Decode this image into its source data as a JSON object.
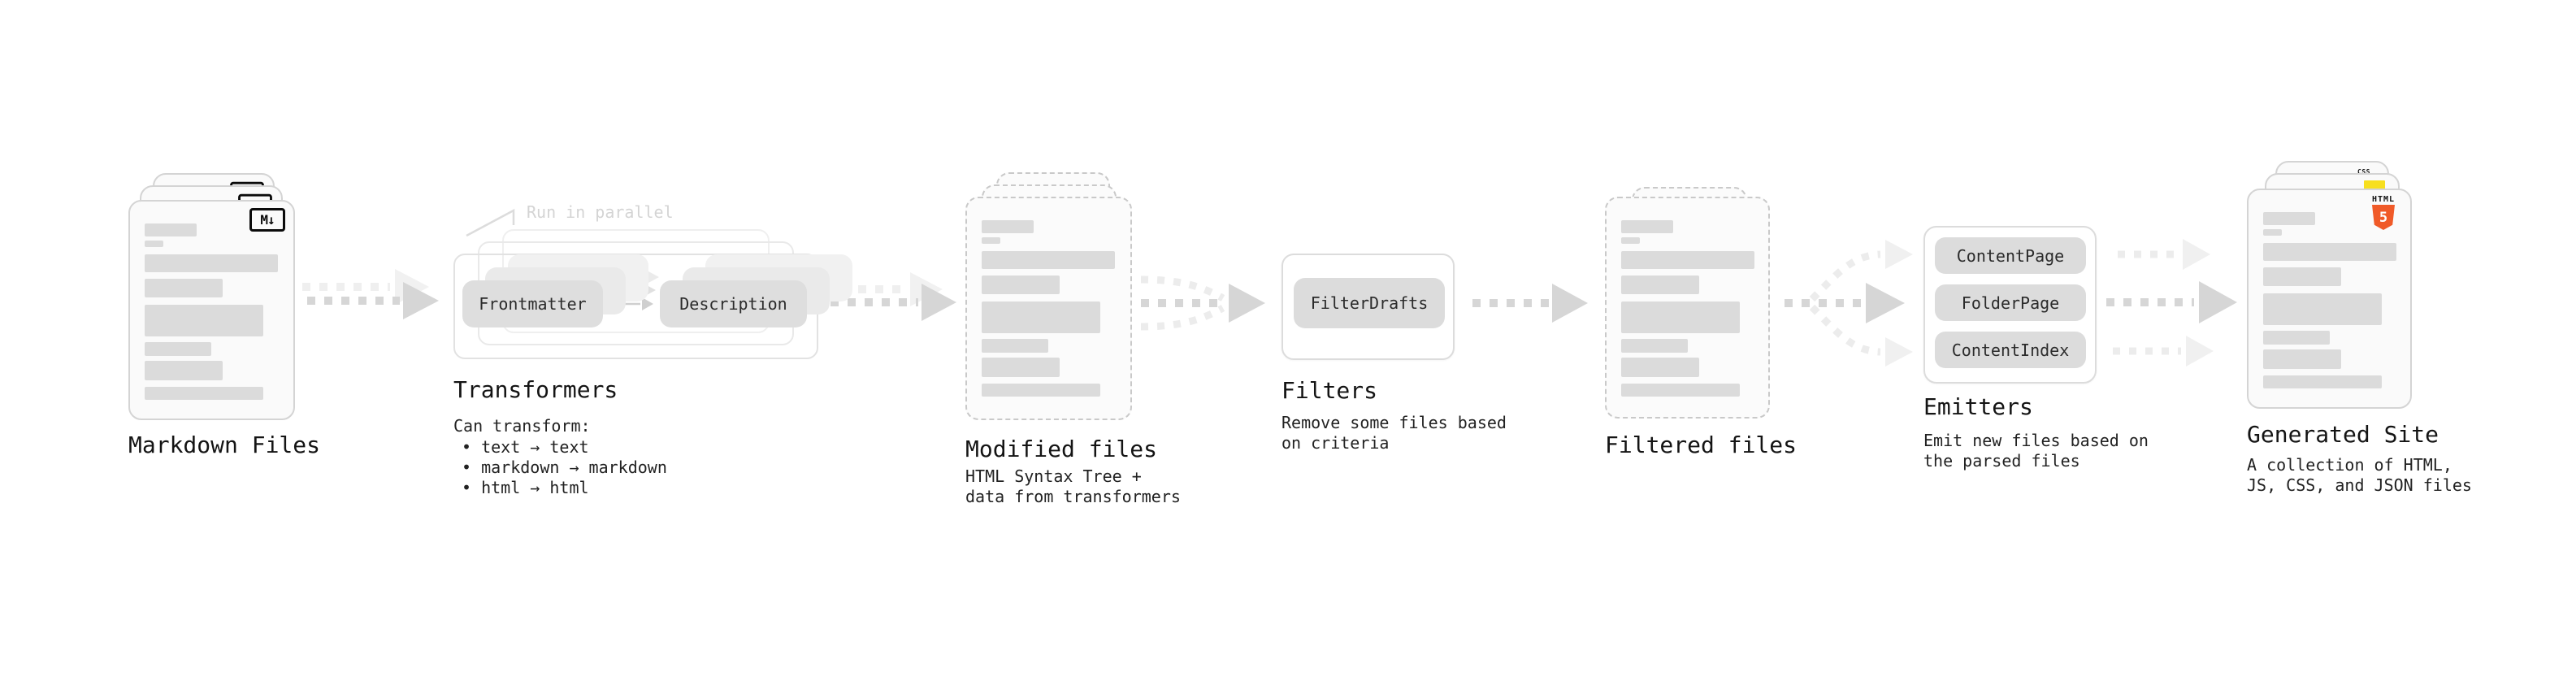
{
  "diagram": {
    "background": "#ffffff",
    "colors": {
      "bold_arrow": "#d6d6d6",
      "faint_arrow": "#ececec",
      "pill_gray": "#dcdcdc",
      "bar_gray": "#dbdbdb",
      "html5_orange": "#f05a28",
      "js_yellow": "#f7df1e",
      "css_blue": "#2f6bdf"
    },
    "stages": {
      "markdown": {
        "title": "Markdown Files",
        "logo": "M↓"
      },
      "transformers": {
        "title": "Transformers",
        "annotation": "Run in parallel",
        "pill_left": "Frontmatter",
        "pill_right": "Description",
        "subtitle": "Can transform:",
        "bullets": [
          "• text → text",
          "• markdown → markdown",
          "• html → html"
        ]
      },
      "modified": {
        "title": "Modified files",
        "subtitle": "HTML Syntax Tree +\ndata from transformers"
      },
      "filters": {
        "title": "Filters",
        "pill": "FilterDrafts",
        "subtitle": "Remove some files based\non criteria"
      },
      "filtered": {
        "title": "Filtered files"
      },
      "emitters": {
        "title": "Emitters",
        "pills": [
          "ContentPage",
          "FolderPage",
          "ContentIndex"
        ],
        "subtitle": "Emit new files based on\nthe parsed files"
      },
      "generated": {
        "title": "Generated Site",
        "subtitle": "A collection of HTML,\nJS, CSS, and JSON files",
        "css_label": "CSS",
        "html_label": "HTML",
        "html_number": "5"
      }
    }
  }
}
